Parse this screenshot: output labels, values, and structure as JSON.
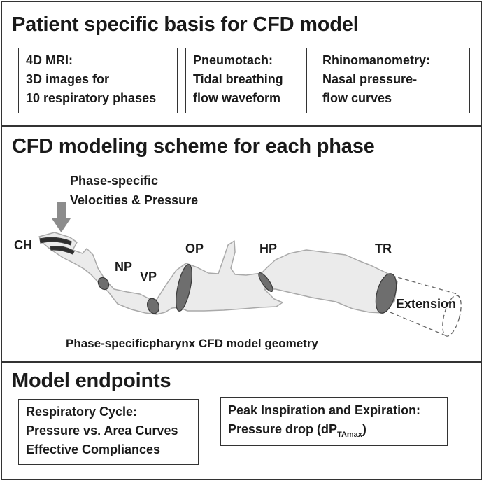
{
  "section1": {
    "title": "Patient specific basis for CFD model",
    "boxes": [
      {
        "lines": [
          "4D MRI:",
          "3D images for",
          "10 respiratory phases"
        ]
      },
      {
        "lines": [
          "Pneumotach:",
          "Tidal breathing",
          "flow waveform"
        ]
      },
      {
        "lines": [
          "Rhinomanometry:",
          "Nasal pressure-",
          "flow curves"
        ]
      }
    ]
  },
  "section2": {
    "title": "CFD modeling scheme for each phase",
    "inlet_label": [
      "Phase-specific",
      "Velocities & Pressure"
    ],
    "region_labels": {
      "ch": "CH",
      "np": "NP",
      "vp": "VP",
      "op": "OP",
      "hp": "HP",
      "tr": "TR"
    },
    "extension_label": "Extension",
    "caption": "Phase-specificpharynx CFD model geometry"
  },
  "section3": {
    "title": "Model endpoints",
    "box1": [
      "Respiratory Cycle:",
      "Pressure vs. Area Curves",
      "Effective Compliances"
    ],
    "box2": {
      "line1": "Peak Inspiration and Expiration:",
      "line2_prefix": "Pressure drop (dP",
      "line2_sub": "TAmax",
      "line2_suffix": ")"
    }
  }
}
